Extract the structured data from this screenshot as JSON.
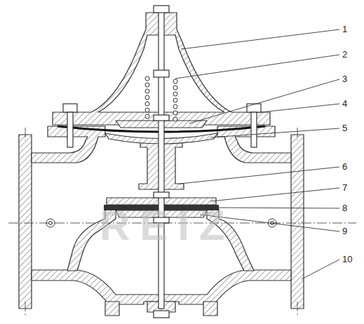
{
  "diagram": {
    "labels": [
      "1",
      "2",
      "3",
      "4",
      "5",
      "6",
      "7",
      "8",
      "9",
      "10",
      "REIZ"
    ]
  }
}
